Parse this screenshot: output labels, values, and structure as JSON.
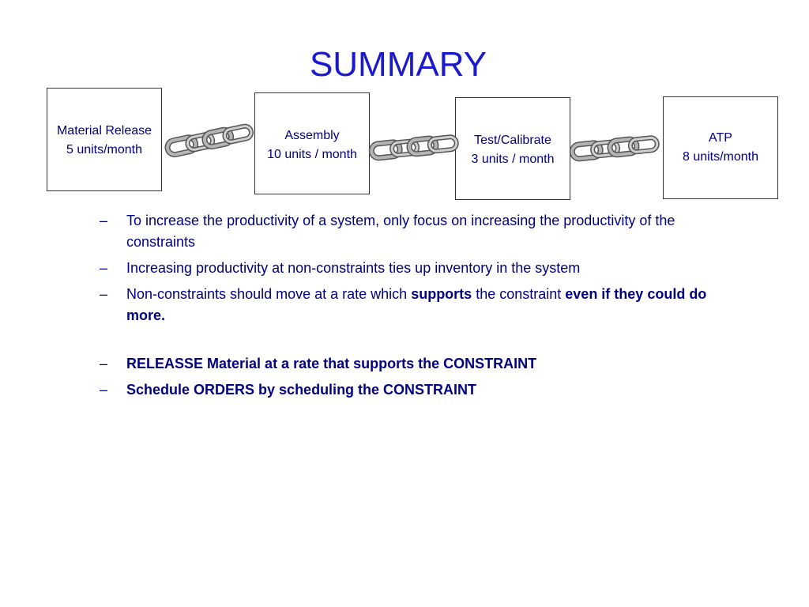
{
  "slide": {
    "title": "SUMMARY"
  },
  "stages": [
    {
      "name": "Material Release",
      "rate": "5 units/month"
    },
    {
      "name": "Assembly",
      "rate": "10 units / month"
    },
    {
      "name": "Test/Calibrate",
      "rate": "3 units / month"
    },
    {
      "name": "ATP",
      "rate": "8 units/month"
    }
  ],
  "bullets": {
    "dash": "–",
    "b1": "To increase the productivity of a system, only focus on increasing the productivity of the constraints",
    "b2": "Increasing productivity at non-constraints ties up inventory in the system",
    "b3": {
      "part1": "Non-constraints should move at a rate which ",
      "bold1": "supports",
      "part2": " the constraint ",
      "bold2": "even if they could do more."
    },
    "b4": "RELEASSE Material at a rate that supports the CONSTRAINT",
    "b5": "Schedule ORDERS by scheduling the CONSTRAINT"
  },
  "icons": {
    "chain": "chain-link-icon"
  },
  "colors": {
    "title": "#1a1acc",
    "text": "#000080",
    "box_border": "#333333",
    "chain": "#8a8a8a"
  }
}
